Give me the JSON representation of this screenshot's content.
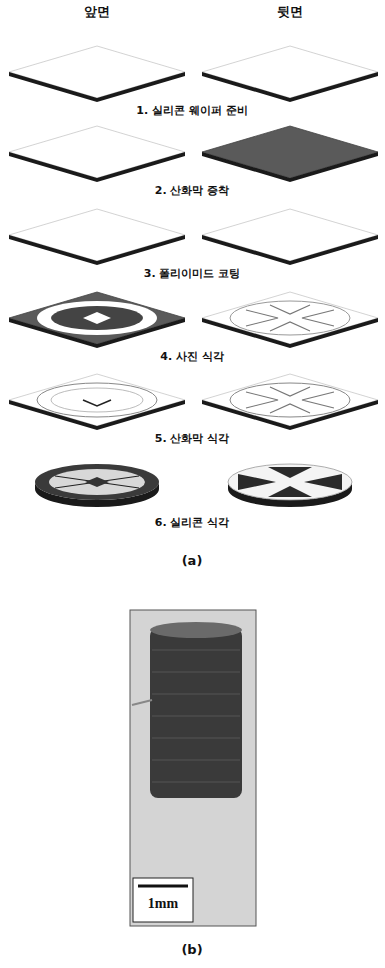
{
  "diagram": {
    "labels": [
      "앞면",
      "뒷면",
      "1. 실리콘 웨이퍼 준비",
      "2. 산화막 증착",
      "3. 폴리이미드 코팅",
      "4. 사진 식각",
      "5. 산화막 식각",
      "6. 실리콘 식각",
      "(a)",
      "1mm",
      "(b)"
    ]
  }
}
